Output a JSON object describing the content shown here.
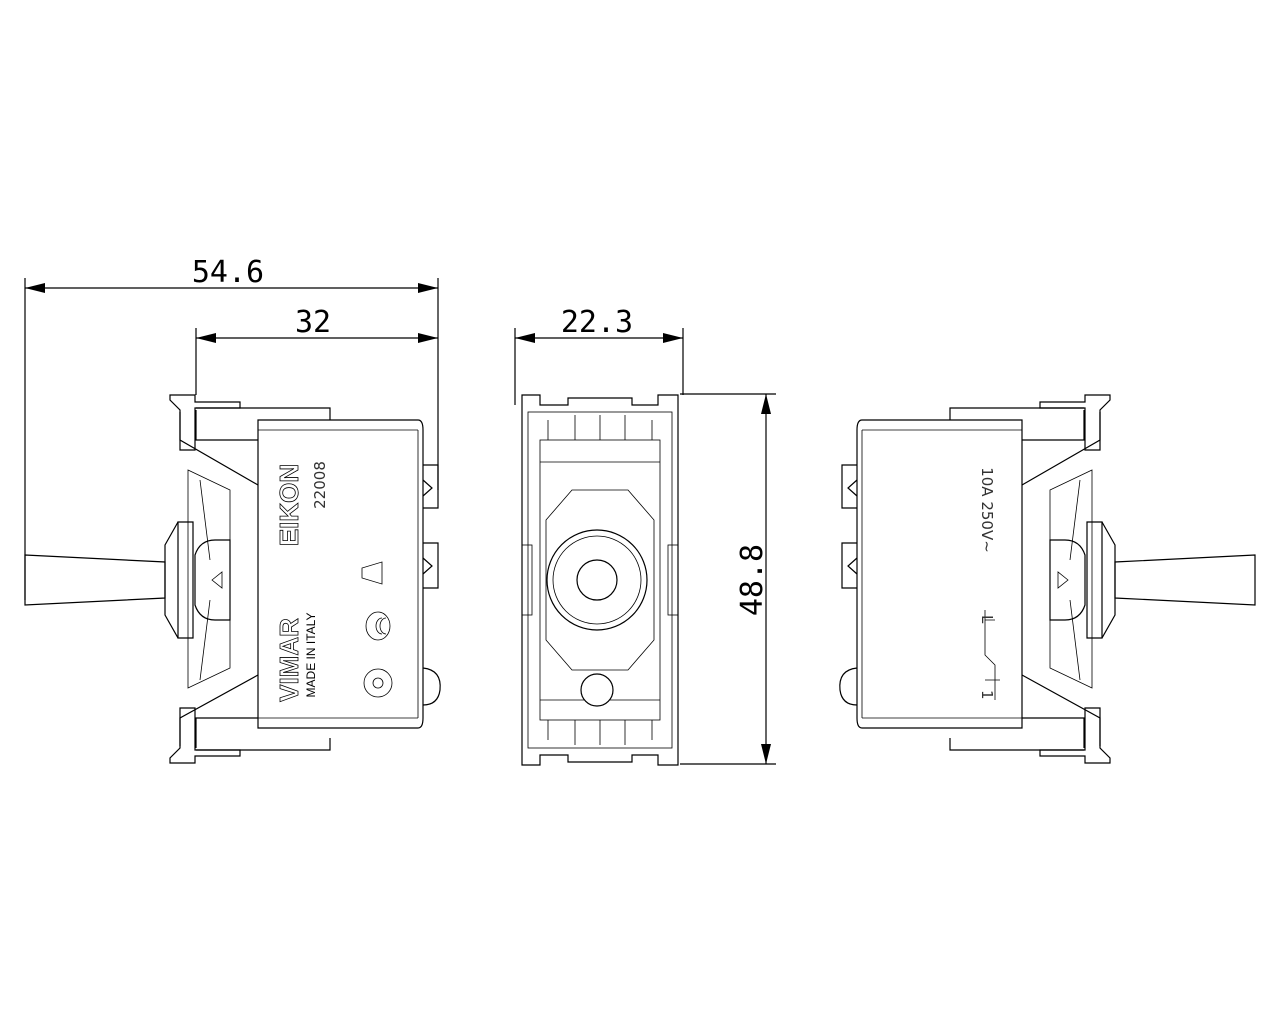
{
  "dimensions": {
    "overall_depth": "54.6",
    "body_depth": "32",
    "width": "22.3",
    "height": "48.8"
  },
  "left_view": {
    "series": "EIKON",
    "code": "22008",
    "brand": "VIMAR",
    "origin": "MADE IN ITALY"
  },
  "right_view": {
    "rating": "10A  250V~",
    "terminal_l": "L",
    "terminal_1": "1"
  }
}
